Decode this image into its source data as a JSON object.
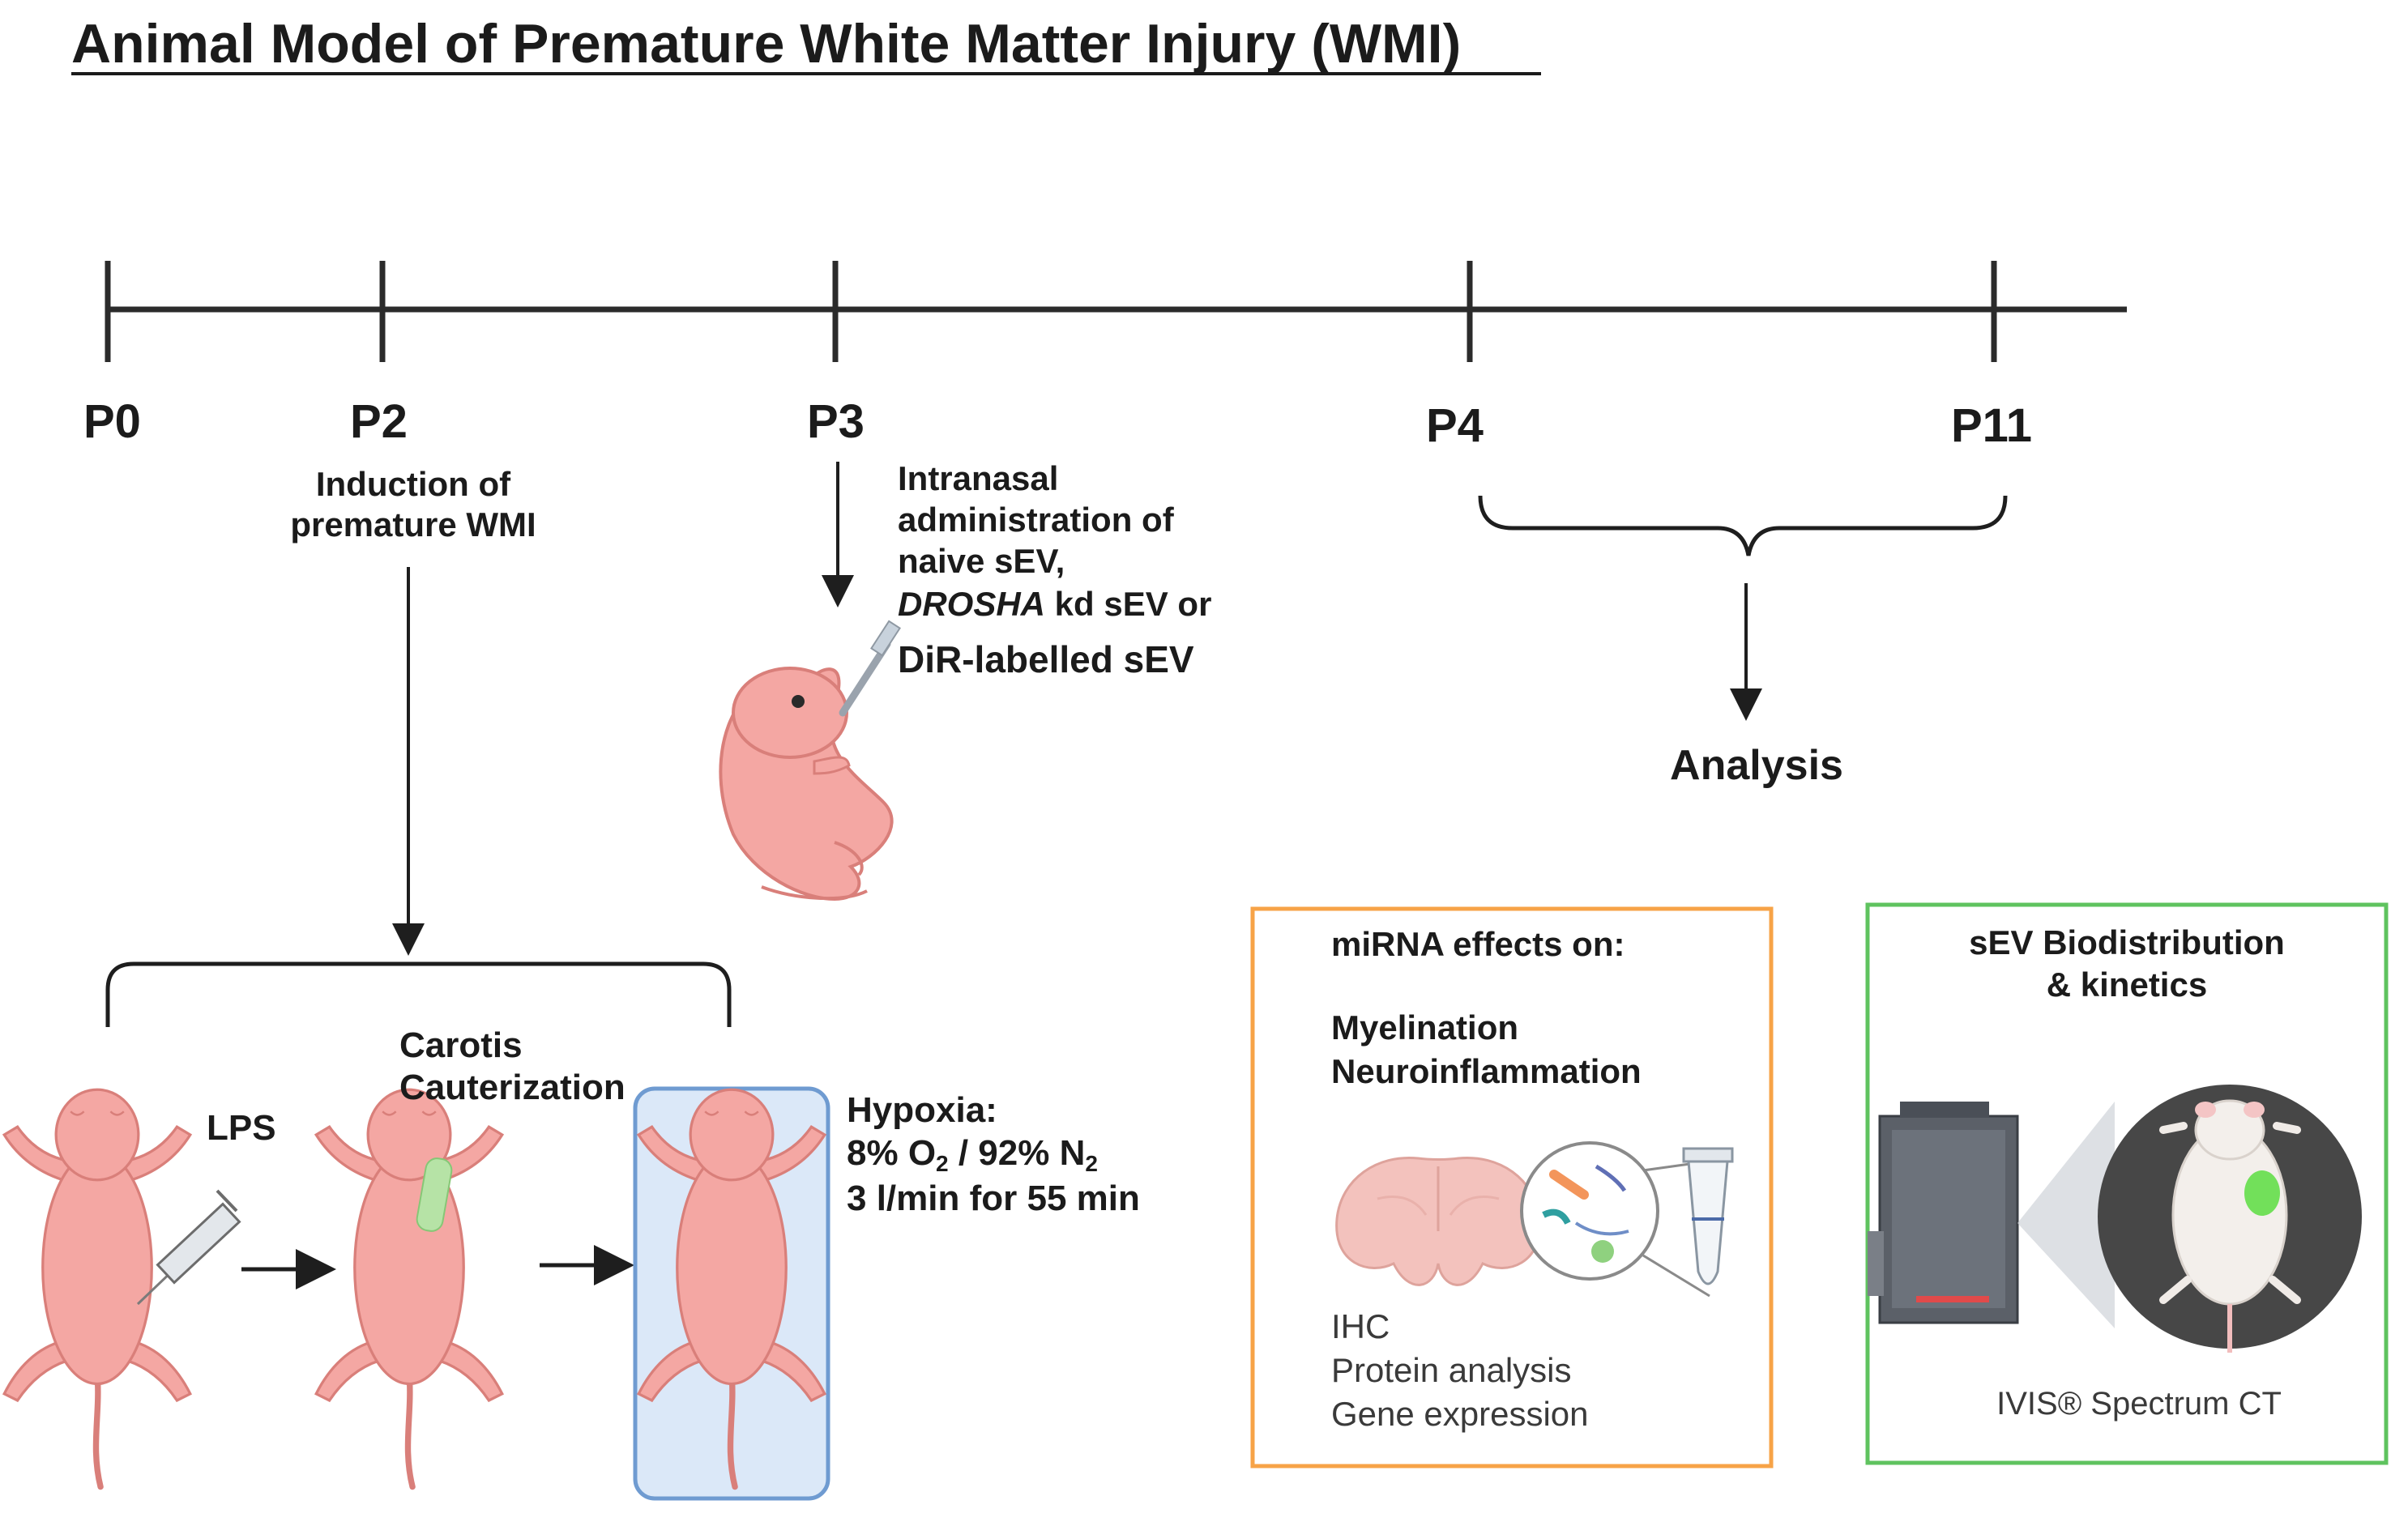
{
  "title": "Animal Model of Premature White Matter Injury (WMI)",
  "timeline": {
    "points": [
      {
        "label": "P0"
      },
      {
        "label": "P2"
      },
      {
        "label": "P3"
      },
      {
        "label": "P4"
      },
      {
        "label": "P11"
      }
    ]
  },
  "p2_note": {
    "line1": "Induction of",
    "line2": "premature WMI"
  },
  "p3_note": {
    "line1": "Intranasal",
    "line2": "administration of",
    "line3": "naive sEV,",
    "line4_italic": "DROSHA",
    "line4_rest": " kd sEV or",
    "line5": "DiR-labelled sEV"
  },
  "analysis_label": "Analysis",
  "steps": {
    "lps": "LPS",
    "carotis_line1": "Carotis",
    "carotis_line2": "Cauterization",
    "hypoxia_line1": "Hypoxia:",
    "hypoxia_line2_a": "8% O",
    "hypoxia_line2_sub1": "2",
    "hypoxia_line2_b": " / 92% N",
    "hypoxia_line2_sub2": "2",
    "hypoxia_line3": "3 l/min for 55 min"
  },
  "mirna_box": {
    "heading": "miRNA effects on:",
    "effect1": "Myelination",
    "effect2": "Neuroinflammation",
    "method1": "IHC",
    "method2": "Protein analysis",
    "method3": "Gene expression",
    "border_color": "#f7a347"
  },
  "sev_box": {
    "heading_line1": "sEV Biodistribution",
    "heading_line2": "& kinetics",
    "device": "IVIS® Spectrum CT",
    "border_color": "#5fc35f"
  },
  "colors": {
    "pup_pink": "#f4a7a3",
    "pup_outline": "#d97f7a",
    "hypoxia_box_fill": "#dbe8f8",
    "hypoxia_box_stroke": "#6f9bd1",
    "line": "#2b2b2b"
  }
}
